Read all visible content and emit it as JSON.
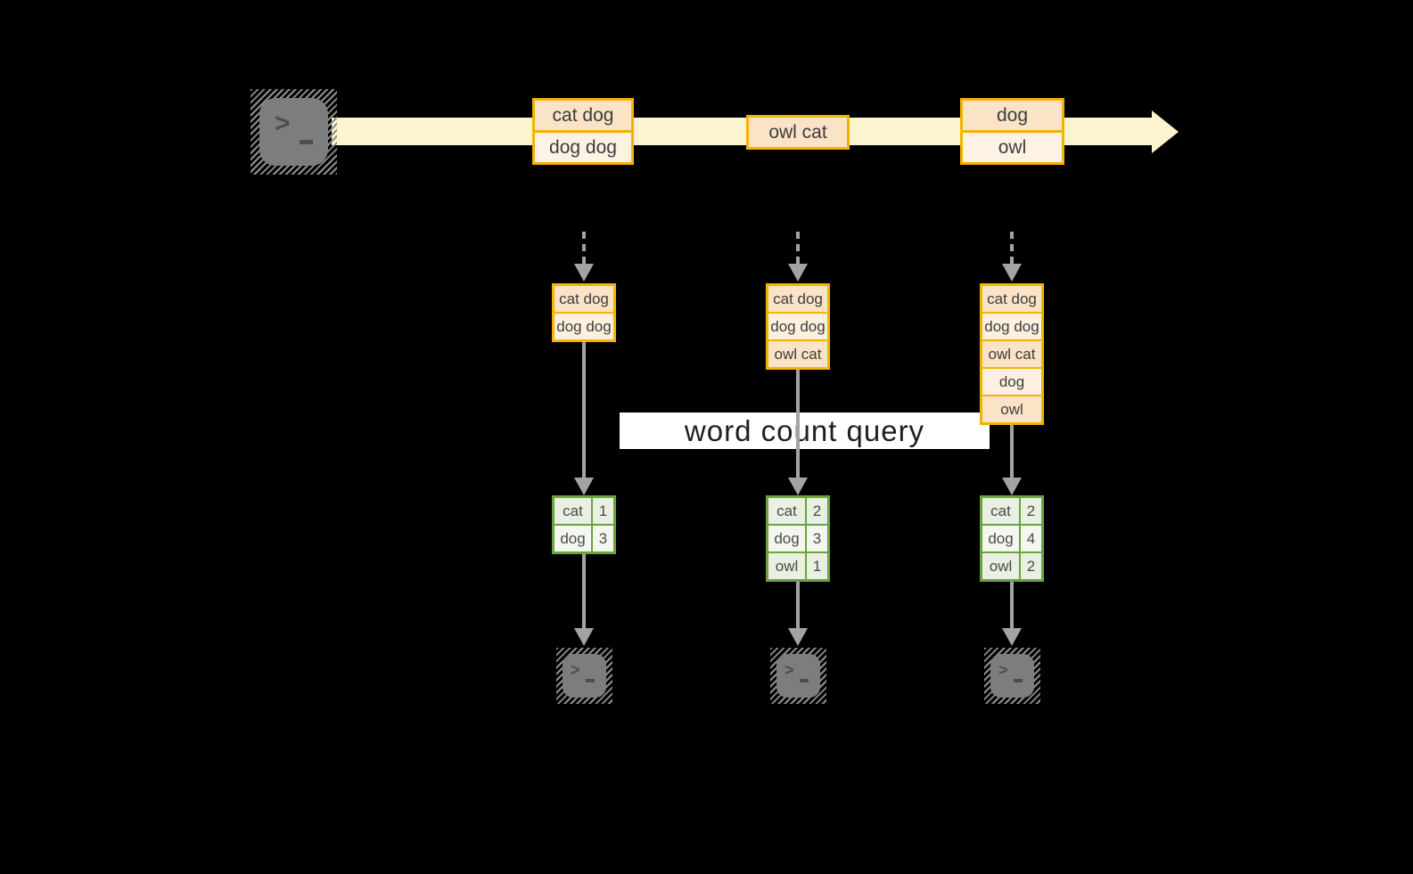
{
  "query_label": "word count query",
  "stream": {
    "events": [
      {
        "records": [
          "cat dog",
          "dog dog"
        ]
      },
      {
        "records": [
          "owl cat"
        ]
      },
      {
        "records": [
          "dog",
          "owl"
        ]
      }
    ]
  },
  "tasks": [
    {
      "received": [
        "cat dog",
        "dog dog"
      ],
      "counts": [
        {
          "word": "cat",
          "count": "1"
        },
        {
          "word": "dog",
          "count": "3"
        }
      ]
    },
    {
      "received": [
        "cat dog",
        "dog dog",
        "owl cat"
      ],
      "counts": [
        {
          "word": "cat",
          "count": "2"
        },
        {
          "word": "dog",
          "count": "3"
        },
        {
          "word": "owl",
          "count": "1"
        }
      ]
    },
    {
      "received": [
        "cat dog",
        "dog dog",
        "owl cat",
        "dog",
        "owl"
      ],
      "counts": [
        {
          "word": "cat",
          "count": "2"
        },
        {
          "word": "dog",
          "count": "4"
        },
        {
          "word": "owl",
          "count": "2"
        }
      ]
    }
  ],
  "icons": {
    "terminal_prompt": ">"
  },
  "colors": {
    "background": "#000000",
    "stream_band": "#FCF3CF",
    "orange_border": "#F2B301",
    "record_fill_dark": "#FAE3C6",
    "record_fill_light": "#FDF2E3",
    "green_border": "#6CA33E",
    "result_fill_dark": "#E9EFE1",
    "result_fill_light": "#F4F7EF",
    "arrow_gray": "#A3A3A3",
    "terminal_gray": "#7D7D7D",
    "query_bar": "#FFFFFF"
  }
}
